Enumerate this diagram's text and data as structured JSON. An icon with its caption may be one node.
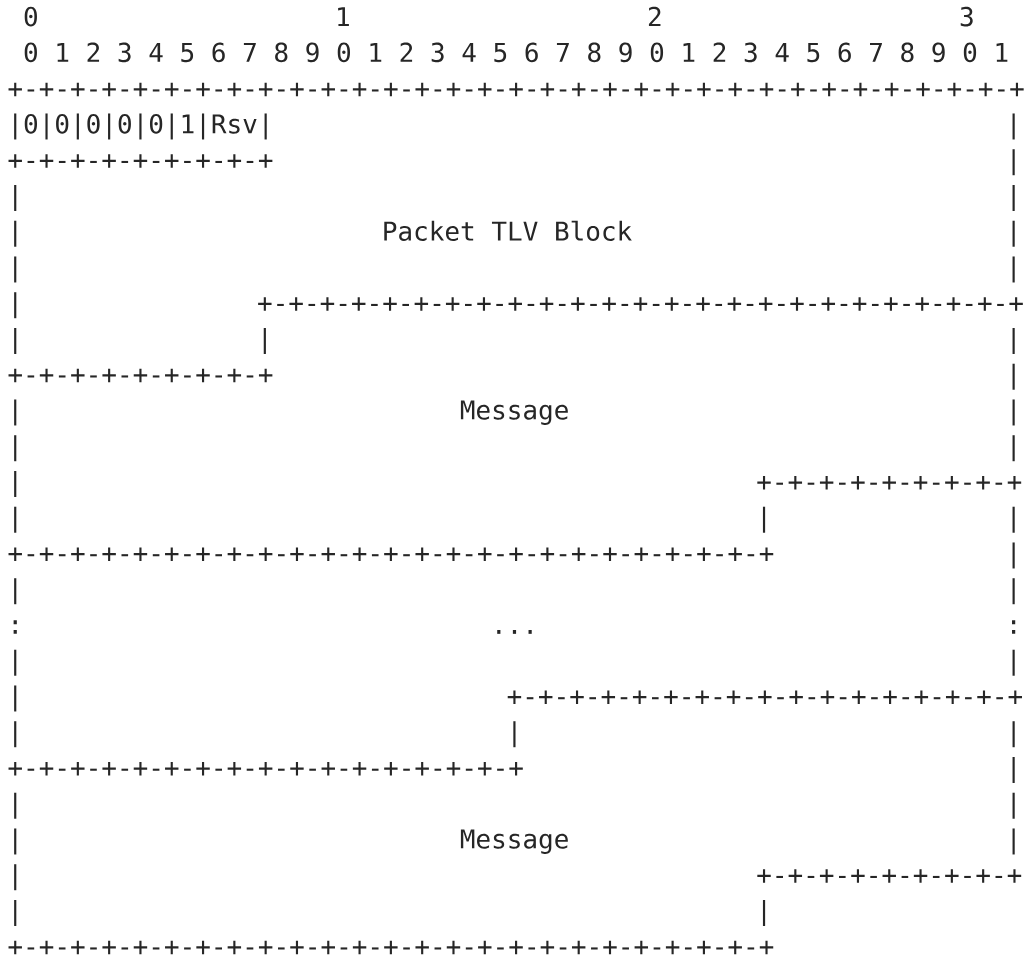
{
  "diagram": {
    "labels": [
      "0",
      "1",
      "2",
      "3",
      "0 1 2 3 4 5 6 7 8 9 0 1 2 3 4 5 6 7 8 9 0 1 2 3 4 5 6 7 8 9 0 1",
      "+-+-+-+-+-+-+-+-+-+-+-+-+-+-+-+-+-+-+-+-+-+-+-+-+-+-+-+-+-+-+-+-+",
      "|0|0|0|0|0|1|Rsv|",
      "|",
      "+-+-+-+-+-+-+-+-+",
      "|",
      "|",
      "|",
      "|",
      "Packet TLV Block",
      "|",
      "|",
      "|",
      "|",
      "+-+-+-+-+-+-+-+-+-+-+-+-+-+-+-+-+-+-+-+-+-+-+-+-+",
      "|",
      "|",
      "|",
      "+-+-+-+-+-+-+-+-+",
      "|",
      "|",
      "Message",
      "|",
      "|",
      "|",
      "|",
      "+-+-+-+-+-+-+-+-+",
      "|",
      "|",
      "|",
      "+-+-+-+-+-+-+-+-+-+-+-+-+-+-+-+-+-+-+-+-+-+-+-+-+",
      "|",
      "|",
      "|",
      ":",
      "...",
      ":",
      "|",
      "|",
      "|",
      "+-+-+-+-+-+-+-+-+-+-+-+-+-+-+-+-+",
      "|",
      "|",
      "|",
      "+-+-+-+-+-+-+-+-+-+-+-+-+-+-+-+-+",
      "|",
      "|",
      "|",
      "|",
      "Message",
      "|",
      "|",
      "+-+-+-+-+-+-+-+-+",
      "|",
      "|",
      "+-+-+-+-+-+-+-+-+-+-+-+-+-+-+-+-+-+-+-+-+-+-+-+-+"
    ]
  }
}
